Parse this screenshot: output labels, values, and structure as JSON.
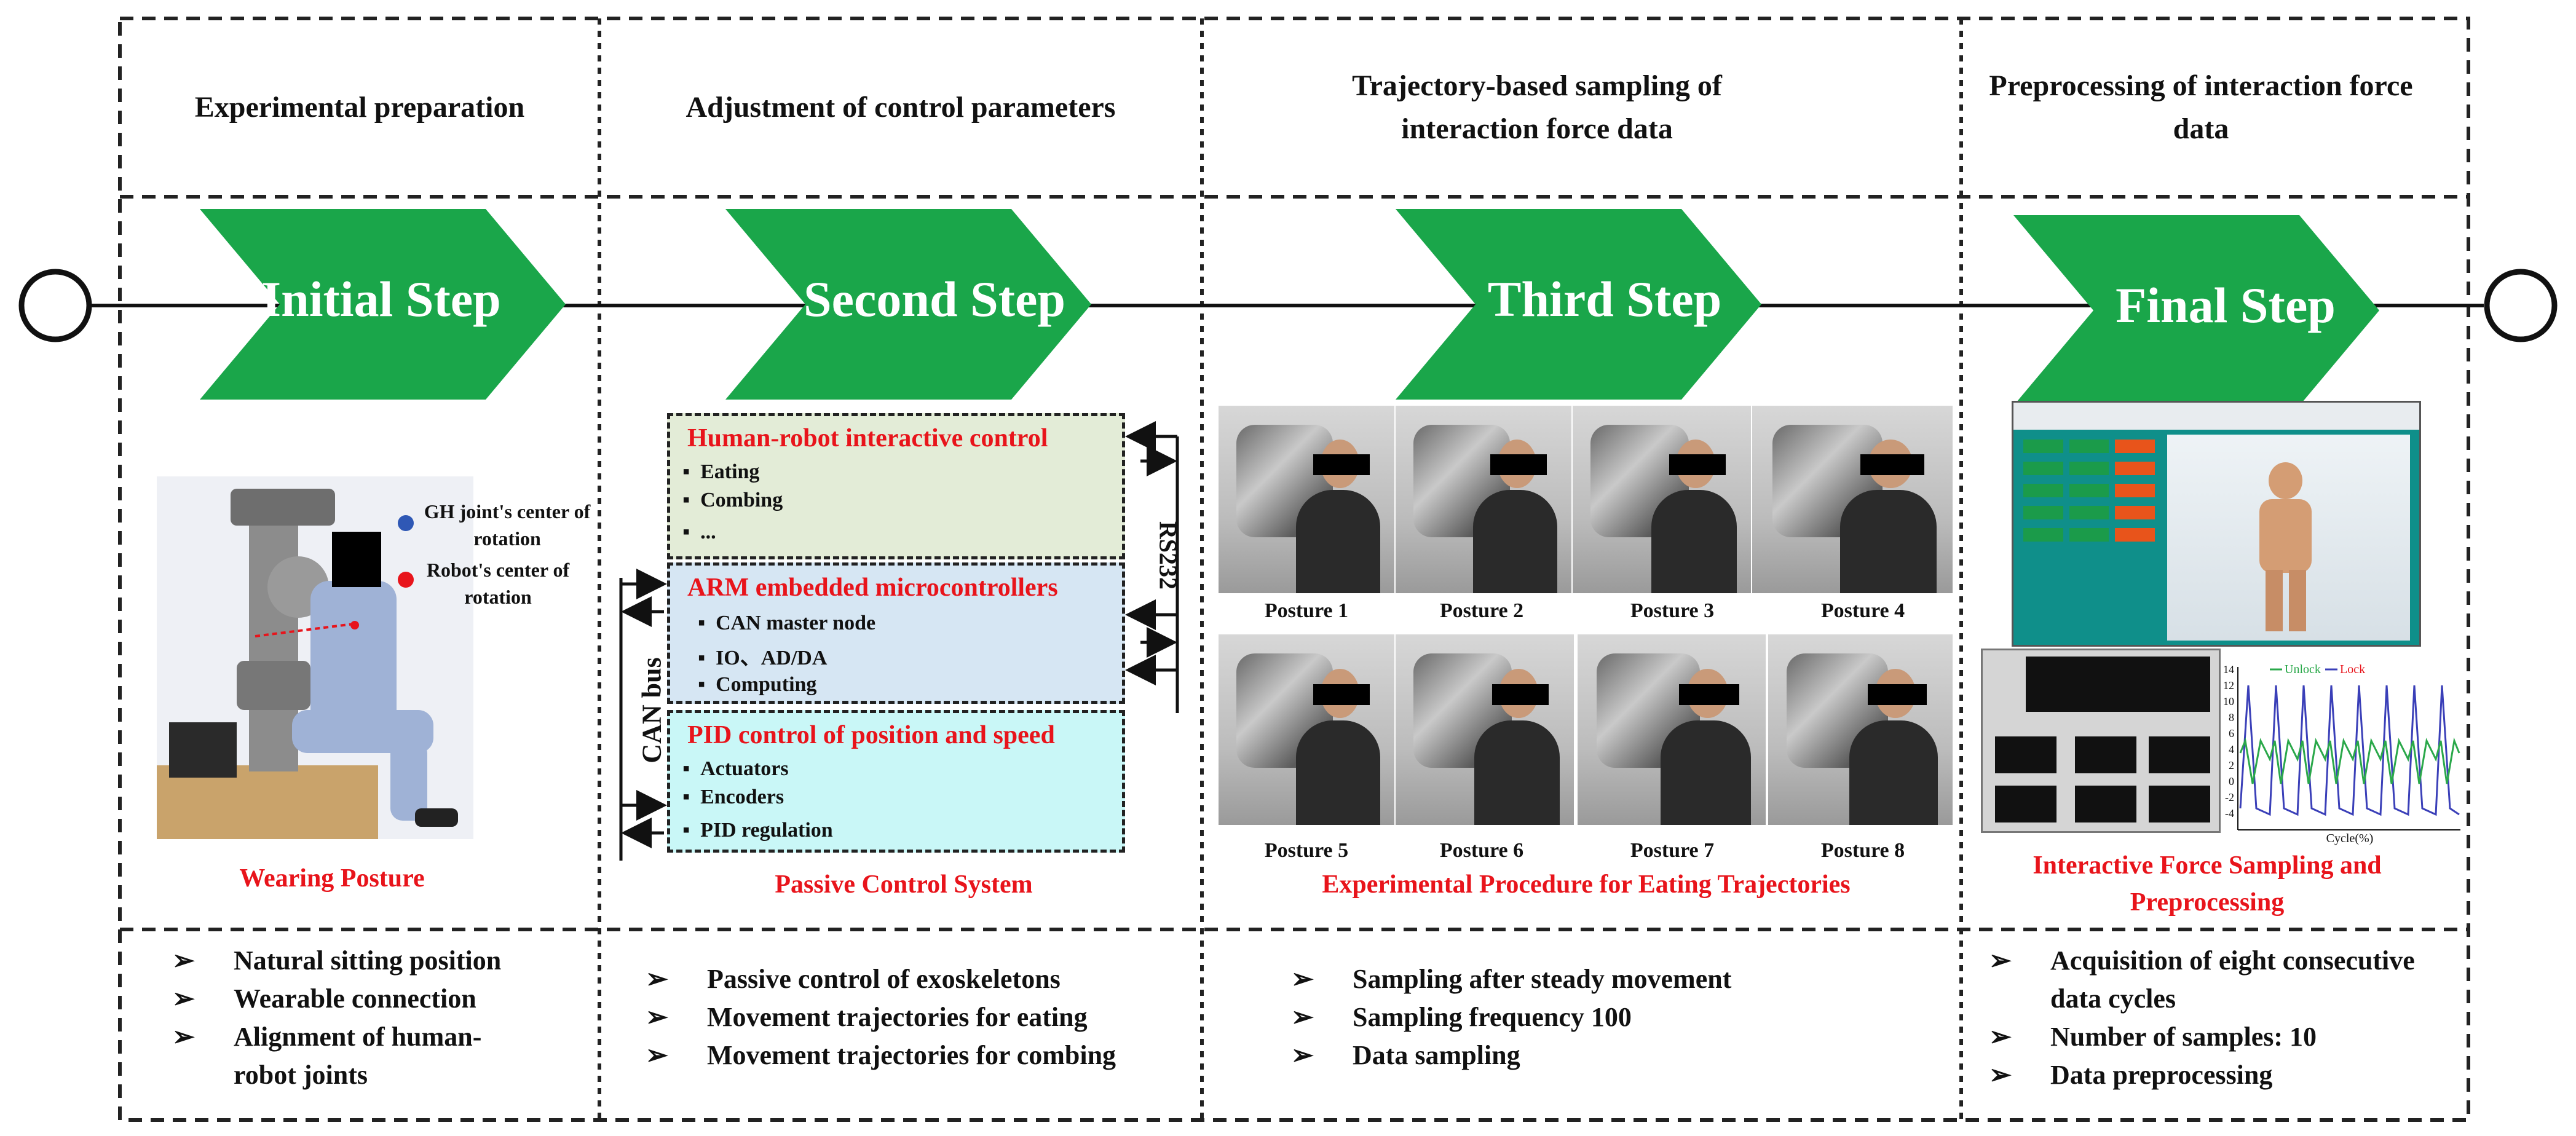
{
  "columns": [
    {
      "header": "Experimental preparation",
      "step": "Initial Step",
      "caption": "Wearing Posture",
      "bullets": [
        "Natural sitting position",
        "Wearable connection",
        "Alignment of human-robot joints"
      ]
    },
    {
      "header": "Adjustment of control parameters",
      "step": "Second Step",
      "caption": "Passive Control System",
      "bullets": [
        "Passive control of exoskeletons",
        "Movement trajectories for eating",
        "Movement trajectories for combing"
      ]
    },
    {
      "header": "Trajectory-based sampling of interaction force data",
      "step": "Third Step",
      "caption": "Experimental Procedure for Eating Trajectories",
      "bullets": [
        "Sampling after steady movement",
        "Sampling frequency 100",
        "Data sampling"
      ]
    },
    {
      "header": "Preprocessing of interaction force data",
      "step": "Final Step",
      "caption": "Interactive Force Sampling and Preprocessing",
      "bullets": [
        "Acquisition of eight consecutive data cycles",
        "Number of samples: 10",
        "Data preprocessing"
      ]
    }
  ],
  "legend": {
    "gh": "GH joint's center of rotation",
    "robot": "Robot's center of rotation",
    "gh_color": "#2f58b5",
    "robot_color": "#e8141b"
  },
  "control": {
    "hri": {
      "title": "Human-robot interactive control",
      "items": [
        "Eating",
        "Combing",
        "..."
      ]
    },
    "arm": {
      "title": "ARM embedded microcontrollers",
      "items": [
        "CAN master node",
        "IO、AD/DA",
        "Computing"
      ]
    },
    "pid": {
      "title": "PID control of position and speed",
      "items": [
        "Actuators",
        "Encoders",
        "PID regulation"
      ]
    },
    "rs232": "RS232",
    "canbus": "CAN bus"
  },
  "postures": [
    "Posture 1",
    "Posture 2",
    "Posture 3",
    "Posture 4",
    "Posture 5",
    "Posture 6",
    "Posture 7",
    "Posture 8"
  ],
  "chart": {
    "legend_unlock": "Unlock",
    "legend_lock": "Lock",
    "xlabel": "Cycle(%)",
    "yticks": [
      "14",
      "12",
      "10",
      "8",
      "6",
      "4",
      "2",
      "0",
      "-2",
      "-4"
    ],
    "unlock_color": "#2aa84a",
    "lock_color": "#3a3fb8"
  },
  "colors": {
    "arrow": "#1aa64a",
    "red": "#e8141b",
    "hri_bg": "#e3ecd7",
    "arm_bg": "#d6e6f3",
    "pid_bg": "#c9f7f7",
    "gui_bg": "#0f8f8a"
  }
}
